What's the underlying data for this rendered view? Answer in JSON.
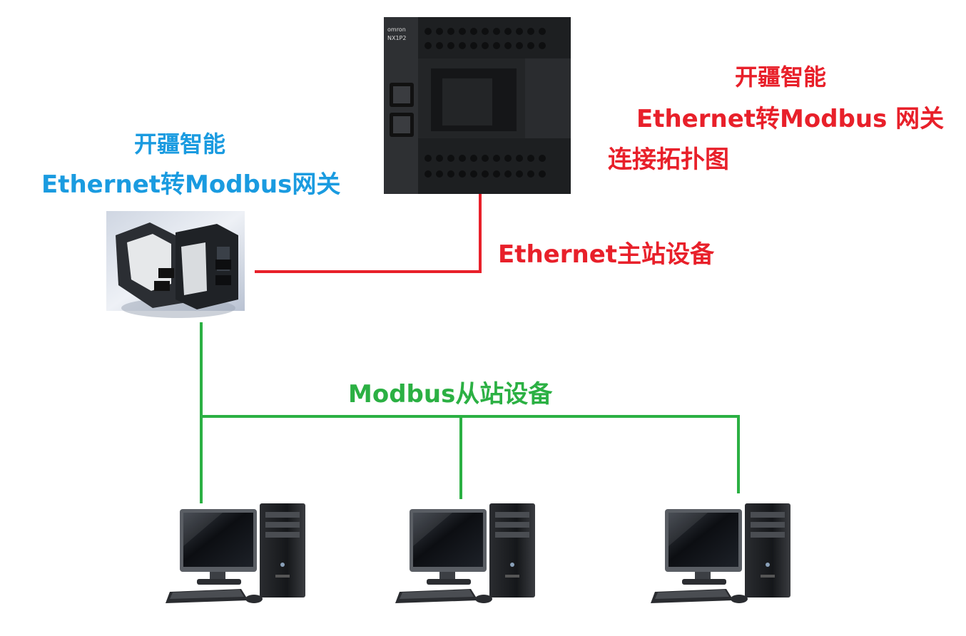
{
  "colors": {
    "red": "#e8202a",
    "blue": "#1a9be0",
    "green": "#2bb043"
  },
  "title": {
    "line1": "开疆智能",
    "line2": "Ethernet转Modbus 网关",
    "line3": "连接拓扑图"
  },
  "gateway_label": {
    "line1": "开疆智能",
    "line2": "Ethernet转Modbus网关"
  },
  "master_label": "Ethernet主站设备",
  "slave_label": "Modbus从站设备",
  "plc": {
    "brand": "omron",
    "model": "NX1P2"
  },
  "icons": [
    "plc-controller-icon",
    "gateway-device-icon",
    "desktop-computer-icon"
  ]
}
